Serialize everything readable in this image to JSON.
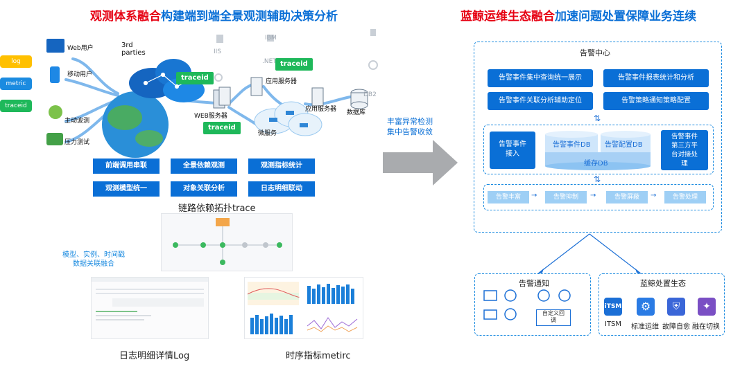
{
  "left": {
    "title_red": "观测体系融合",
    "title_blue": "构建端到端全景观测辅助决策分析",
    "tags": [
      "log",
      "metric",
      "traceid"
    ],
    "tag_colors": [
      "#ffc000",
      "#1b8be0",
      "#1eb85a"
    ],
    "nodes": {
      "web_user": "Web用户",
      "mobile_user": "移动用户",
      "active_probe": "主动波测",
      "stress_test": "压力测试",
      "third_party": "3rd\nparties",
      "web_server": "WEB服务器",
      "microservice": "微服务",
      "app_server_1": "应用服务器",
      "app_server_2": "应用服务器",
      "database": "数据库"
    },
    "traceids": [
      "traceid",
      "traceid",
      "traceid"
    ],
    "tech_labels": [
      "IIS",
      ".NET",
      "IBM",
      "DB2"
    ],
    "features": [
      "前端调用串联",
      "全景依赖观测",
      "观测指标统计",
      "观测模型统一",
      "对象关联分析",
      "日志明细联动"
    ],
    "topology_caption": "链路依赖拓扑trace",
    "fusion_note": "模型、实例、时间戳\n数据关联融合",
    "log_caption": "日志明细详情Log",
    "metric_caption": "时序指标metirc"
  },
  "arrow_text": "丰富异常检测\n集中告警收敛",
  "right": {
    "title_red": "蓝鲸运维生态融合",
    "title_blue": "加速问题处置保障业务连续",
    "alarm_center": "告警中心",
    "center_buttons": [
      "告警事件集中查询统一展示",
      "告警事件报表统计和分析",
      "告警事件关联分析辅助定位",
      "告警策略通知策略配置"
    ],
    "event_access": "告警事件\n接入",
    "event_db": "告警事件DB",
    "config_db": "告警配置DB",
    "cache_db": "缓存DB",
    "third_party_access": "告警事件\n第三方平\n台对接处\n理",
    "pipeline": [
      "告警丰富",
      "告警抑制",
      "告警屏蔽",
      "告警处理"
    ],
    "notify_title": "告警通知",
    "custom_callback": "自定义回\n调",
    "eco_title": "蓝鲸处置生态",
    "eco_items": [
      "ITSM",
      "标准运维",
      "故障自愈",
      "融在切换"
    ],
    "eco_colors": [
      "#1b6fd6",
      "#2a7be4",
      "#3a66d8",
      "#7a4fc4"
    ]
  }
}
